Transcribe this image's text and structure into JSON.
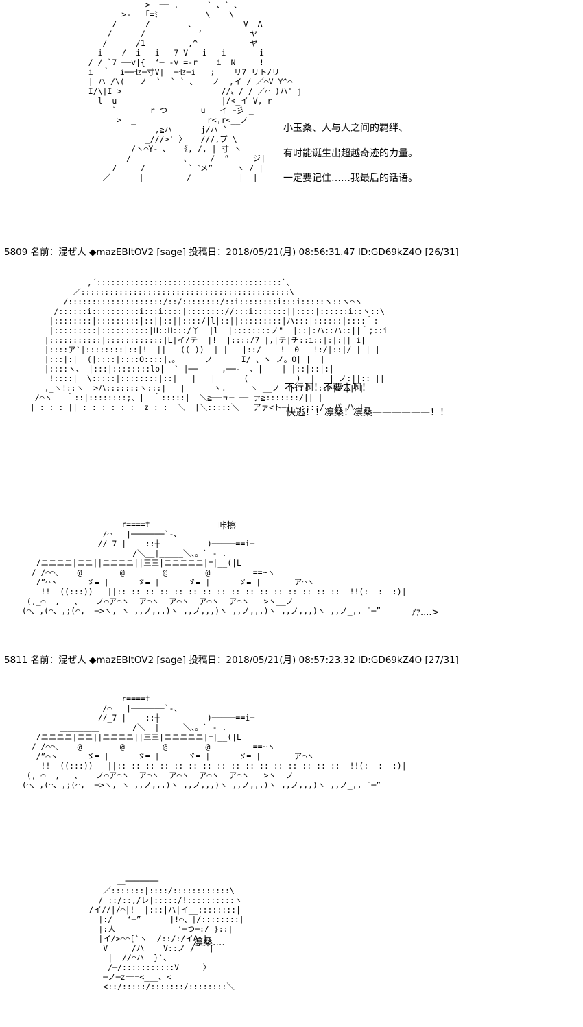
{
  "art": {
    "girl_glasses": "               >  ── .      ` 、` 、\n          >-   ｢=ﾐ          \\    \\\n        /      /        、          V  Λ\n       /      /           ’          ヤ\n      /      /1         ,^           ヤ\n     i    /  i   i   7 V   i   i       i\n   / / `7 ──v|{  ‘─ -v =-r    i  N     !\n   i  ｀  i──セ─寸V|  ─セ─i   ;    リ7 リト/リ\n   | ハ /\\(__ ノ  `  ` ` 、__ ノ  ,イ / ／⌒V Y^⌒\n   I/\\|I >                     //〟/ / ／⌒ )ハ' j\n     l  u                      |/<_イ V, r\n        `       r つ       u   イ ｰ彡 _\n         >  _               r<,r<__ノ\n                 ,≧ハ      j/ハ `\n               _///>' 〉   ///,プ \\\n            /ヽ⌒Y‐ 、  《, /, | 寸 ヽ\n           /           、    /  ”     ジ|\n        /     /         ` ˋメ”     ヽ / |\n      ／      |         /          |  |",
    "girl_shadow": "              ,´:::::::::::::::::::::::::::::::::::::::`、\n           ／::::::::::::::::::::::::::::::::::::::::::::\\\n         /::::::::::::::::::::/::/::::::::/::i::::::::i:::i:::::ヽ::ヽ⌒ヽ\n       /::::::i::::::::::i:::i::::|:::::::://:::i:::::::||::::|::::::i::ヽ::\\\n      |::::::::|:::::::::|::||::||::::/|l|::||:::::::::|ハ:::|::::::|::::｀:\n      |:::::::::|::::::::::|H::H:::/丫  |l  |::::::::ノ\"  |::|:ハ::ハ::||｀;::i\n     |:::::::::::|::::::::::::|L|イ/テ  |!  |::::/7 |,|テ|チ::i::|:|:|| i|\n     |::::ア`|::::::::|::|!  ||   (( ))  | |   |::/    !  0   !:/|::|/ | | |\n     |:::|:|  (|::::|::::O::::|、。  ＿＿ノ      I/ 、ヽ ノ。O| |  |\n     |::::ヽ、 |:::|::::::::lo|  ` |──     ,──-  、|    | |::|::|:|\n      !::::|  \\:::::|::::::::|::|   |   |      (          )  |   | ノ:||:: ||\n     ,_ヽ!::ヽ  >ハ:::::::ヽ:::|   |      ヽ.     ヽ __ノ  |:::  ::/|ノ|| |\n   /⌒ヽ   ｀::|::::::::;、|  ｀:::::|  ＼≧──ュ─ ── ァ≧:::::::/|| |\n  | : : : || : : : : : :  z : :  ＼  |＼:::::＼   アァ<ト─|  ::::/  バ ハ |",
    "tank": "                       r====t\n                   /⌒   |───────`-、\n                  //_7 |    ::┼          )─────==i─\n          ＿＿＿＿＿       /＼__|_____＼、。` - .\n     /ニニニニ|ニニ||ニニニニ||三三|ニニニニニ|=|__(|L\n    / /⌒⌒、   @        @        @        @         ==~ヽ\n     /”⌒ヽ      ゞ≡ |      ゞ≡ |      ゞ≡ |      ゞ≡ |       ア⌒ヽ\n      !!  ((:::))   ||:: :: :: :: :: :: :: :: :: :: :: :: :: :: :: ::  !!(:  :  :)|\n   (,_⌒  ,   、   ノ⌒ア⌒ヽ  ア⌒ヽ  ア⌒ヽ  ア⌒ヽ  ア⌒ヽ   >ヽ__ノ\n  (⌒、,(⌒、,;(⌒,  ─>ヽ, ヽ ,,ノ,,,)ヽ ,,ノ,,,)ヽ ,,ノ,,,)ヽ ,,ノ,,,)ヽ ,,ノ_,, ˙─”",
    "girl_small": "            ＿───────\n         ／:::::::|::::/::::::::::::\\\n        / ::/::,/レ|:::::/!::::::::::ヽ\n      /イ//|/⌒|!  |:::|ハ|イ__::::::::|\n        |:/   ‘─”      |!⌒、|/::::::::|\n        |:人             ‘─つ─:/ }::|\n        |イ/>⌒⌒[`ヽ__/::/:/イΛ:|\n         V     /ハ    V::ノ /`  |\n          |  //⌒ハ  }`、\n          /─/:::::::::::V     〉\n         ─ノ─z===<___、<\n         <::/:::::/:::::::/::::::::＼"
  },
  "section1": {
    "dialog": [
      "小玉桑、人与人之间的羁绊、",
      "有时能诞生出超越奇迹的力量。",
      "一定要记住……我最后的话语。"
    ]
  },
  "post1": {
    "header": "5809 名前：混ぜ人 ◆mazEBItOV2 [sage] 投稿日：2018/05/21(月) 08:56:31.47 ID:GD69kZ4O [26/31]"
  },
  "section2": {
    "dialog": [
      "不行啊！不要去啊！",
      "快逃！！凛桑！凛桑——————！！"
    ]
  },
  "section3": {
    "sfx_top": "咔擦",
    "sfx_side": "ｱｧ....>"
  },
  "post2": {
    "header": "5811 名前：混ぜ人 ◆mazEBItOV2 [sage] 投稿日：2018/05/21(月) 08:57:23.32 ID:GD69kZ4O [27/31]"
  },
  "section4": {
    "dialog": "凛桑...."
  }
}
